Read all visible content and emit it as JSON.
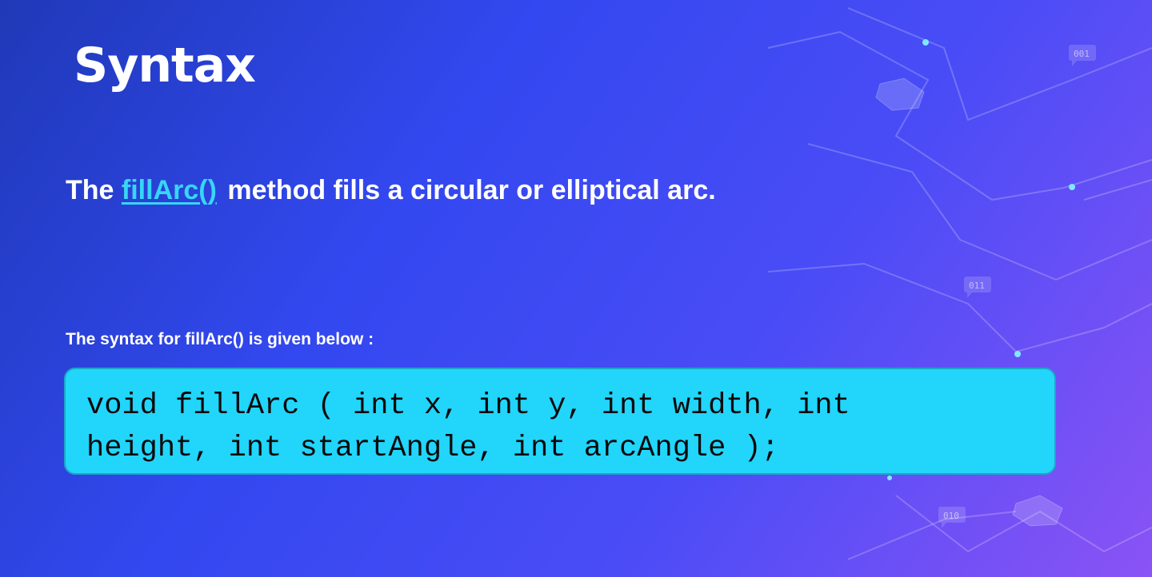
{
  "slide": {
    "title": "Syntax",
    "lead": {
      "prefix": "The",
      "method_link": "fillArc()",
      "suffix": "method fills a circular or elliptical arc."
    },
    "syntax_intro": "The syntax for fillArc() is given below :",
    "code_lines": [
      "void fillArc ( int x, int y, int width, int",
      "height, int startAngle, int arcAngle );"
    ],
    "decor_labels": [
      "001",
      "011",
      "010"
    ]
  },
  "colors": {
    "background_start": "#1f39b8",
    "background_end": "#8a53f5",
    "link": "#36d6f7",
    "code_box": "#22d5fb",
    "text": "#ffffff"
  }
}
